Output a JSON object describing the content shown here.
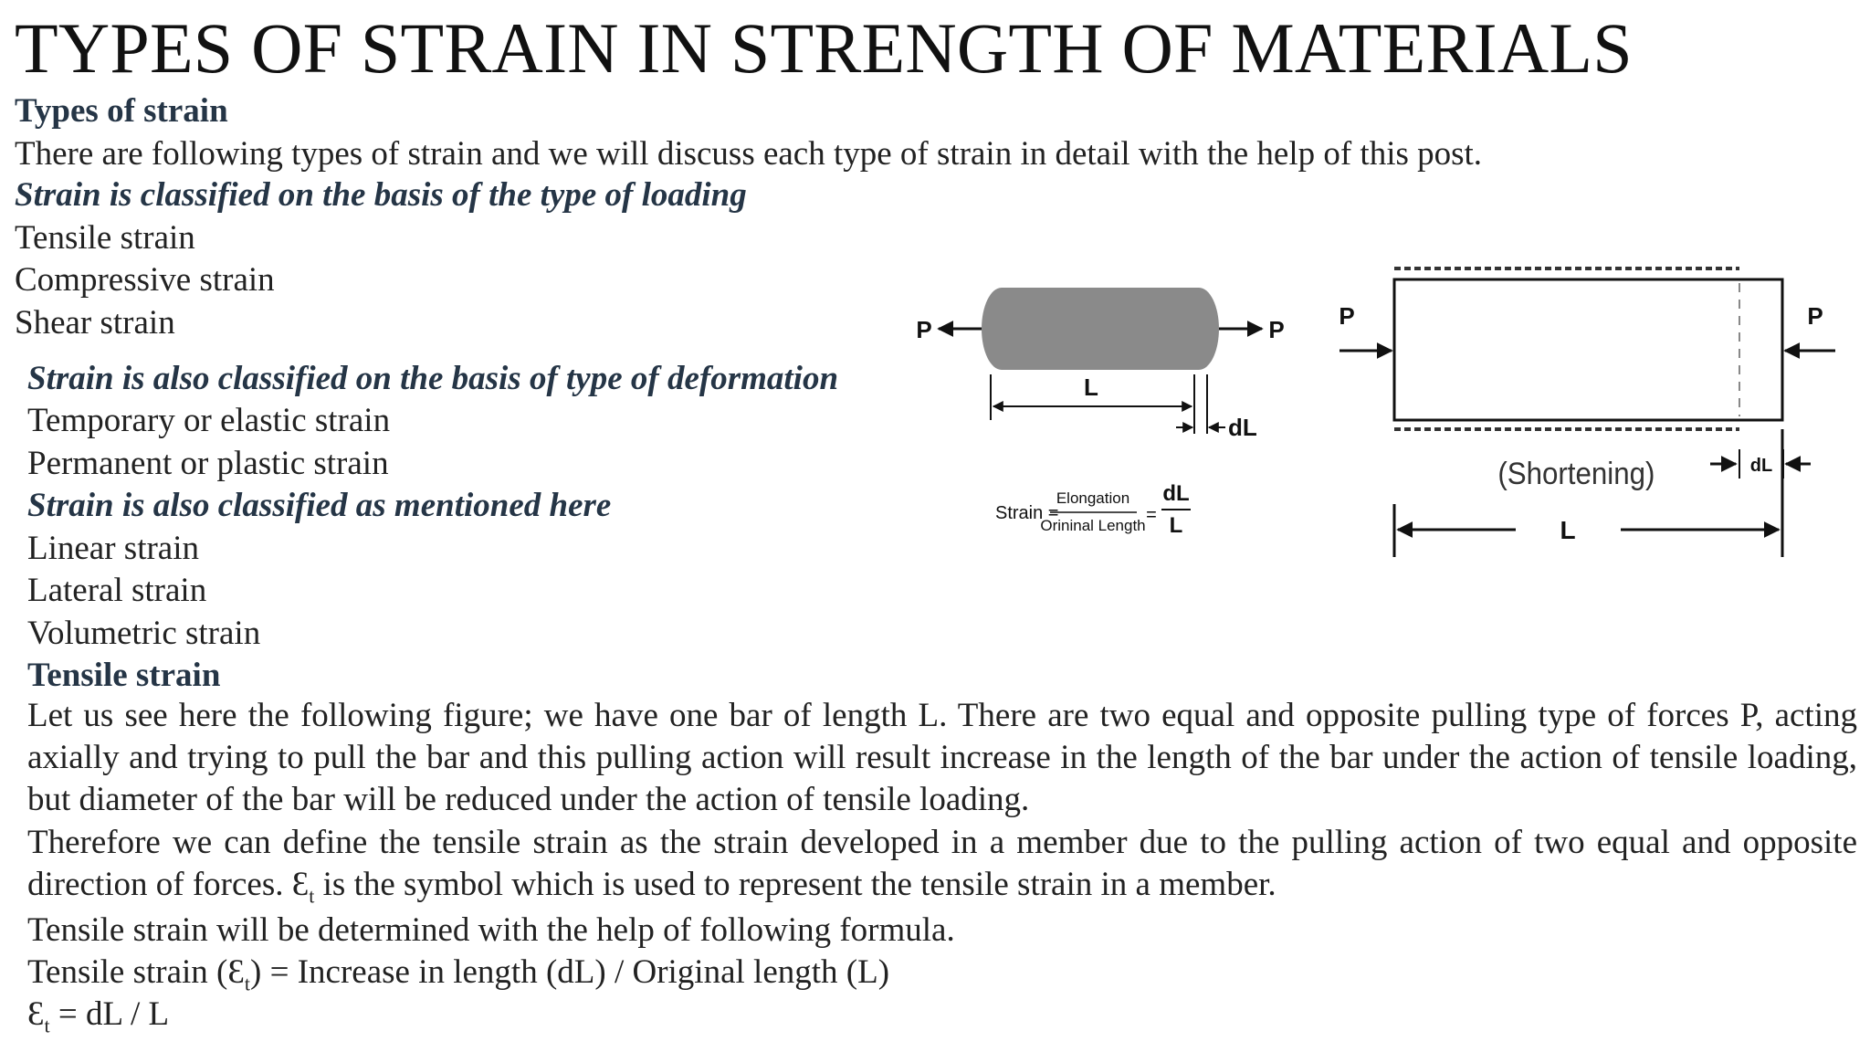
{
  "page_title": "TYPES OF STRAIN IN STRENGTH OF MATERIALS",
  "section_heading": "Types of strain",
  "intro": "There are following types of strain and we will discuss each type of strain in detail with the help of this post.",
  "loading_group": {
    "heading": "Strain is classified on the basis of the type of loading",
    "items": [
      "Tensile strain",
      "Compressive strain",
      "Shear strain"
    ]
  },
  "deformation_group": {
    "heading": "Strain is also classified on the basis of type of deformation",
    "items": [
      "Temporary or elastic strain",
      "Permanent or plastic strain"
    ]
  },
  "other_group": {
    "heading": "Strain is also classified as mentioned here",
    "items": [
      "Linear strain",
      "Lateral strain",
      "Volumetric strain"
    ]
  },
  "tensile": {
    "heading": "Tensile strain",
    "para1": "Let us see here the following figure; we have one bar of length L. There are two equal and opposite pulling type of forces P, acting axially and trying to pull the bar and this pulling action will result increase in the length of the bar under the action of tensile loading, but diameter of the bar will be reduced under the action of tensile loading.",
    "para2_before": "Therefore we can define the tensile strain as the strain developed in a member due to the pulling action of two equal and opposite direction of forces. ",
    "symbol": "Ɛ",
    "subscript": "t",
    "para2_after": " is the symbol which is used to represent the tensile strain in a member.",
    "para3": "Tensile strain will be determined with the help of following formula.",
    "formula1_before": "Tensile strain (",
    "formula1_after": ") = Increase in length (dL) / Original length (L)",
    "formula2_after": " = dL / L"
  },
  "diagram_tension": {
    "force_left": "P",
    "force_right": "P",
    "length_label": "L",
    "delta_label": "dL",
    "strain_label": "Strain =",
    "numerator": "Elongation",
    "denominator": "Orininal Length",
    "equals": "=",
    "ratio_num": "dL",
    "ratio_den": "L"
  },
  "diagram_compression": {
    "force_left": "P",
    "force_right": "P",
    "shortening_label": "(Shortening)",
    "delta_label": "dL",
    "length_label": "L"
  }
}
